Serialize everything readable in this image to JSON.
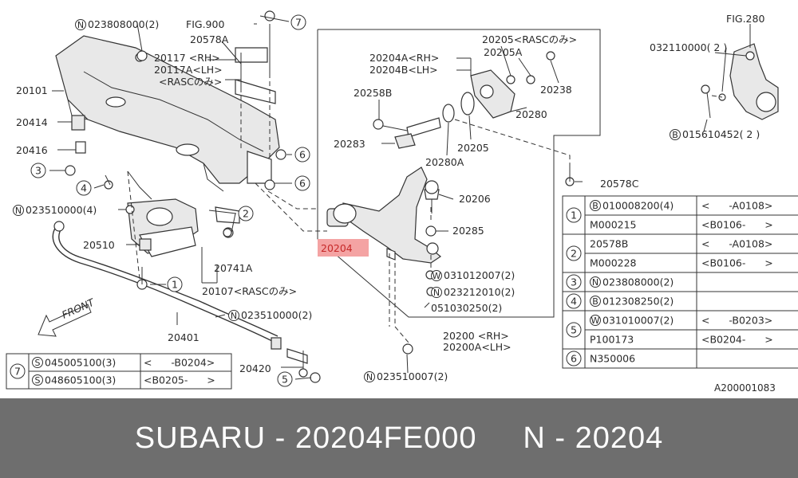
{
  "callouts": [
    {
      "text": "023808000(2)",
      "prefix": "N"
    },
    {
      "text": "FIG.900"
    },
    {
      "text": "20578A"
    },
    {
      "text": "20117 <RH>"
    },
    {
      "text": "20117A<LH>"
    },
    {
      "text": "<RASCのみ>"
    },
    {
      "text": "20101"
    },
    {
      "text": "20414"
    },
    {
      "text": "20416"
    },
    {
      "text": "023510000(4)",
      "prefix": "N"
    },
    {
      "text": "20510"
    },
    {
      "text": "20741A"
    },
    {
      "text": "20107<RASCのみ>"
    },
    {
      "text": "20401"
    },
    {
      "text": "023510000(2)",
      "prefix": "N"
    },
    {
      "text": "20420"
    },
    {
      "text": "20205<RASCのみ>"
    },
    {
      "text": "20205A"
    },
    {
      "text": "20204A<RH>"
    },
    {
      "text": "20204B<LH>"
    },
    {
      "text": "20258B"
    },
    {
      "text": "20238"
    },
    {
      "text": "20280"
    },
    {
      "text": "20283"
    },
    {
      "text": "20205"
    },
    {
      "text": "20280A"
    },
    {
      "text": "20206"
    },
    {
      "text": "20285"
    },
    {
      "text": "20204"
    },
    {
      "text": "031012007(2)",
      "prefix": "W"
    },
    {
      "text": "023212010(2)",
      "prefix": "N"
    },
    {
      "text": "051030250(2)"
    },
    {
      "text": "20200 <RH>"
    },
    {
      "text": "20200A<LH>"
    },
    {
      "text": "023510007(2)",
      "prefix": "N"
    },
    {
      "text": "FIG.280"
    },
    {
      "text": "032110000( 2 )"
    },
    {
      "text": "015610452( 2 )",
      "prefix": "B"
    },
    {
      "text": "20578C"
    },
    {
      "text": "FRONT"
    },
    {
      "text": "A200001083"
    }
  ],
  "ref_numbers": [
    "1",
    "2",
    "3",
    "4",
    "5",
    "6",
    "7"
  ],
  "table_right": [
    {
      "num": "1",
      "part": "010008200(4)",
      "prefix": "B",
      "range": "<      -A0108>"
    },
    {
      "num": "",
      "part": "M000215",
      "prefix": "",
      "range": "<B0106-      >"
    },
    {
      "num": "2",
      "part": "20578B",
      "prefix": "",
      "range": "<      -A0108>"
    },
    {
      "num": "",
      "part": "M000228",
      "prefix": "",
      "range": "<B0106-      >"
    },
    {
      "num": "3",
      "part": "023808000(2)",
      "prefix": "N",
      "range": ""
    },
    {
      "num": "4",
      "part": "012308250(2)",
      "prefix": "B",
      "range": ""
    },
    {
      "num": "5",
      "part": "031010007(2)",
      "prefix": "W",
      "range": "<      -B0203>"
    },
    {
      "num": "",
      "part": "P100173",
      "prefix": "",
      "range": "<B0204-      >"
    },
    {
      "num": "6",
      "part": "N350006",
      "prefix": "",
      "range": ""
    }
  ],
  "table_left": [
    {
      "num": "7",
      "part": "045005100(3)",
      "prefix": "S",
      "range": "<      -B0204>"
    },
    {
      "num": "",
      "part": "048605100(3)",
      "prefix": "S",
      "range": "<B0205-      >"
    }
  ],
  "highlight": {
    "label": "20204",
    "color": "#f4a3a3",
    "text_color": "#c62828"
  },
  "footer": {
    "brand": "SUBARU",
    "sep1": " - ",
    "part_number": "20204FE000",
    "gap": "     ",
    "ref": "N",
    "sep2": " - ",
    "ref_number": "20204"
  }
}
